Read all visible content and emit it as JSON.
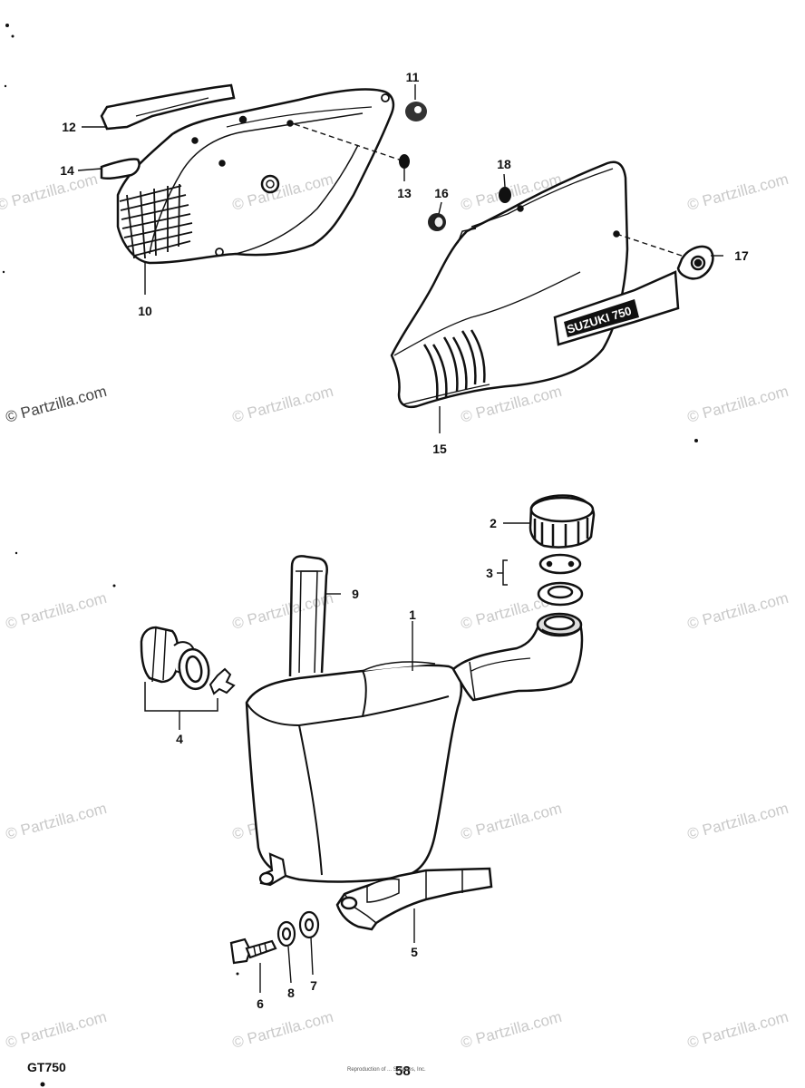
{
  "watermark": "© Partzilla.com",
  "model_label": "GT750",
  "page_number": "58",
  "footer_note": "Reproduction of ... Services, Inc.",
  "callouts": {
    "c1": "1",
    "c2": "2",
    "c3": "3",
    "c4": "4",
    "c5": "5",
    "c6": "6",
    "c7": "7",
    "c8": "8",
    "c9": "9",
    "c10": "10",
    "c11": "11",
    "c12": "12",
    "c13": "13",
    "c14": "14",
    "c15": "15",
    "c16": "16",
    "c17": "17",
    "c18": "18"
  },
  "emblem_text": "SUZUKI 750"
}
